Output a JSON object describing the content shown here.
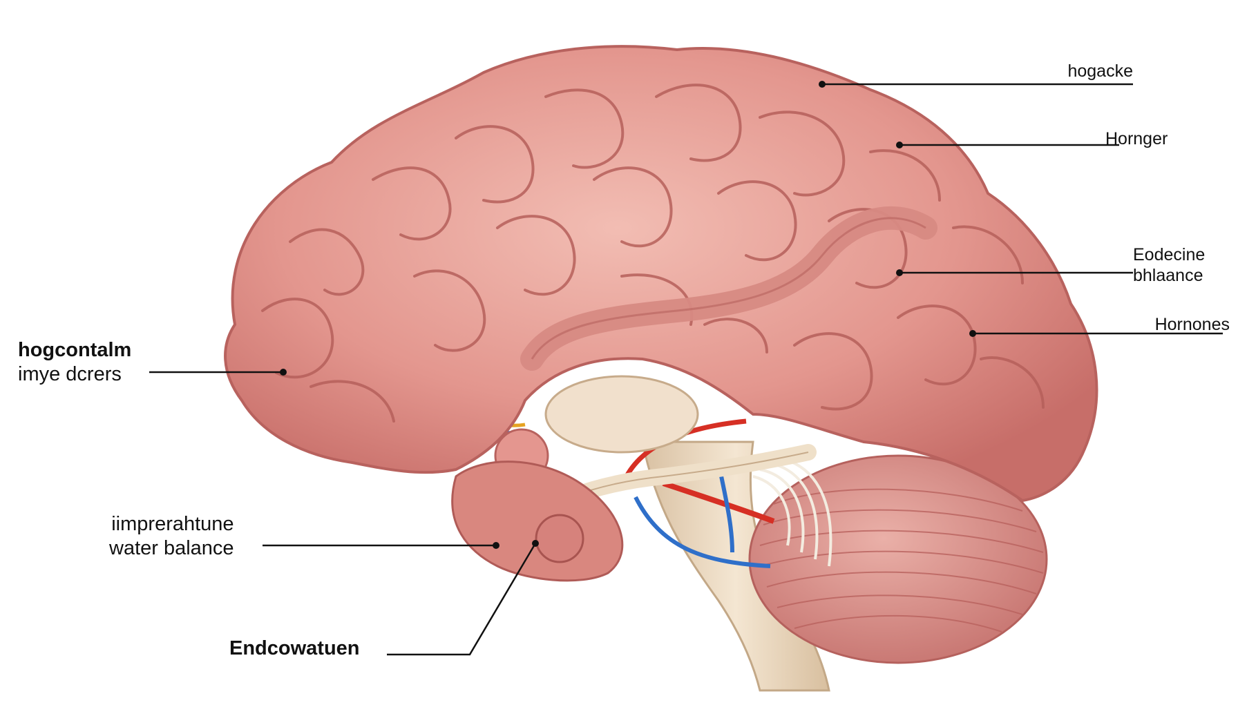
{
  "diagram": {
    "subject": "brain",
    "labels": {
      "top_right_1": "hogacke",
      "top_right_2": "Hornger",
      "right_mid_line1": "Eodecine",
      "right_mid_line2": "bhlaance",
      "right_lower": "Hornones",
      "left_mid_line1": "hogcontalm",
      "left_mid_line2": "imye dcrers",
      "left_lower_line1": "iimprerahtune",
      "left_lower_line2": "water balance",
      "bottom_left": "Endcowatuen"
    },
    "colors": {
      "cortex": "#e59a92",
      "cortex_dark": "#c86f6a",
      "cortex_light": "#f3c2b8",
      "stem": "#eedcc4",
      "cerebellum": "#d98a85",
      "artery": "#d62f24",
      "vein": "#2f6fc9",
      "leader_line": "#111111"
    }
  }
}
